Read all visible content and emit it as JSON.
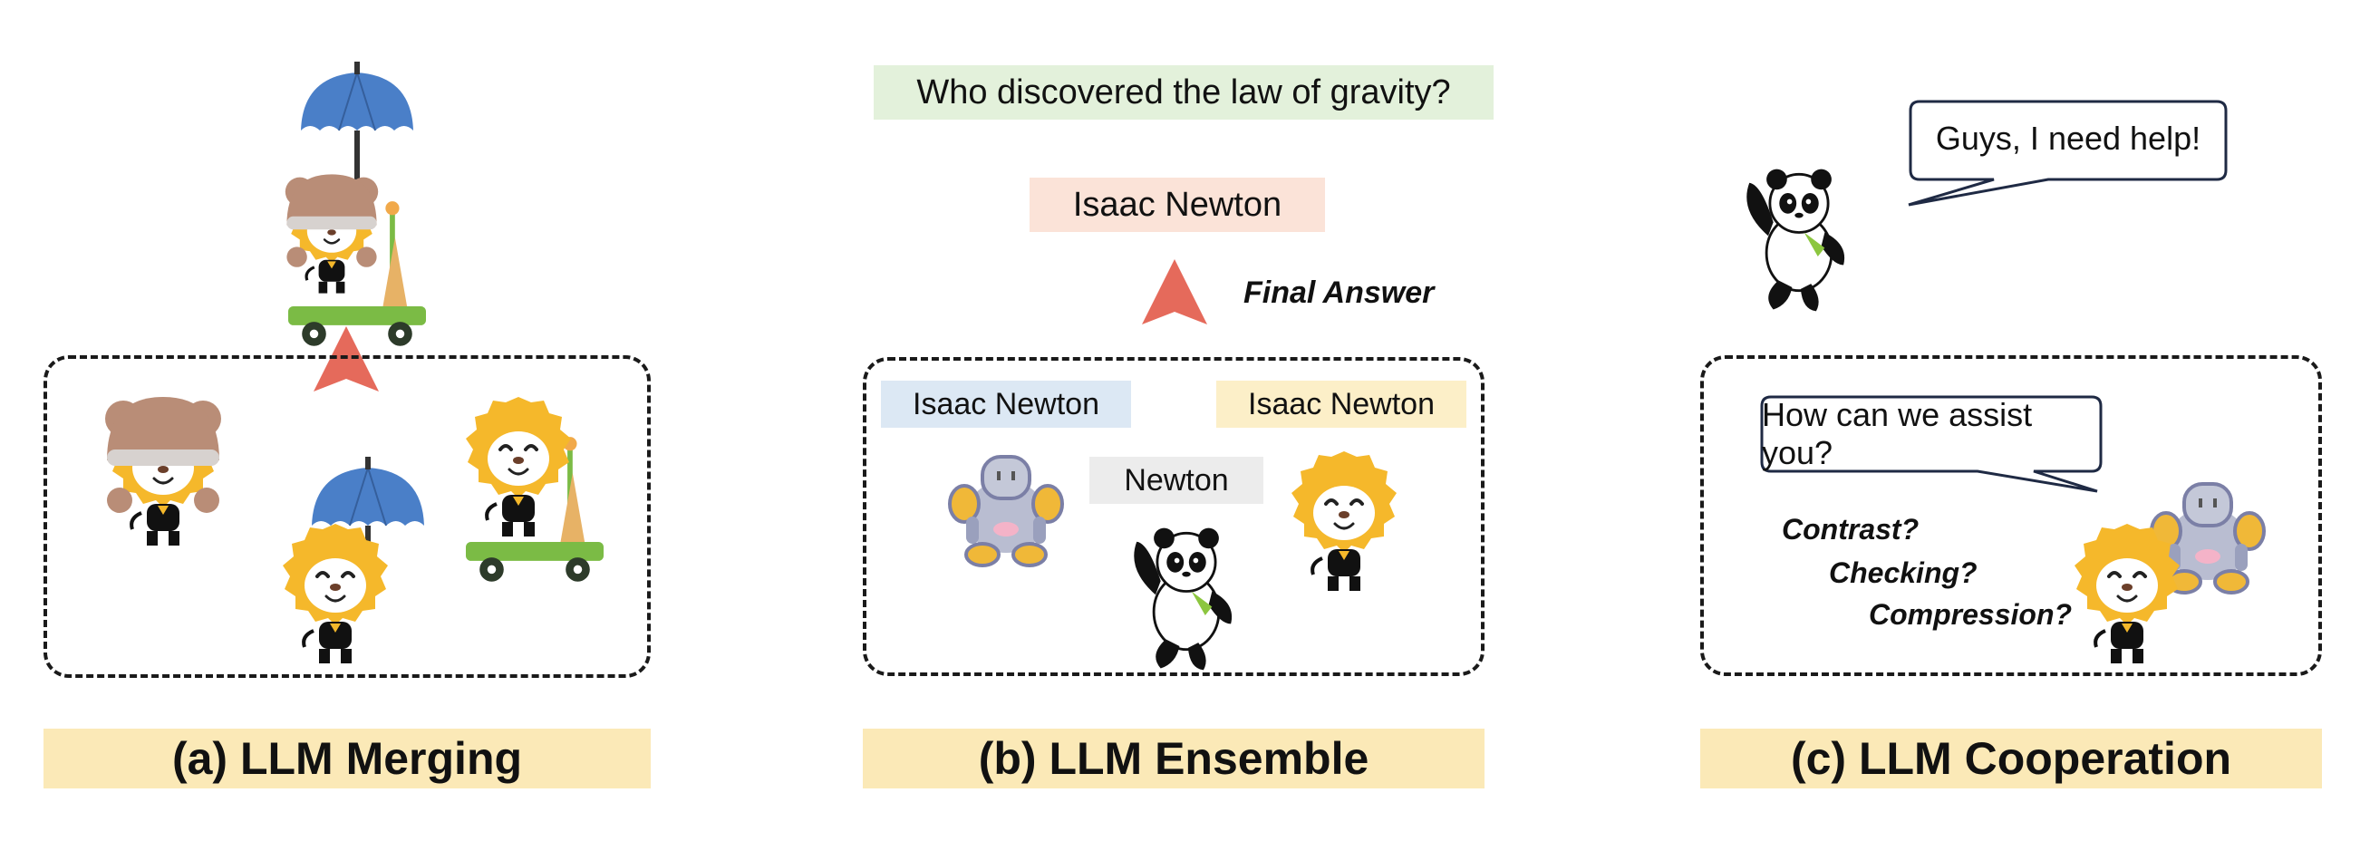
{
  "panels": {
    "merging": {
      "caption": "(a) LLM Merging"
    },
    "ensemble": {
      "caption": "(b) LLM Ensemble",
      "question": "Who discovered the law of gravity?",
      "final_answer": "Isaac Newton",
      "final_answer_label": "Final Answer",
      "model_answers": [
        "Isaac Newton",
        "Newton",
        "Isaac Newton"
      ]
    },
    "cooperation": {
      "caption": "(c) LLM Cooperation",
      "help_message": "Guys, I need help!",
      "reply_message": "How can we assist you?",
      "options": [
        "Contrast?",
        "Checking?",
        "Compression?"
      ]
    }
  },
  "colors": {
    "caption_bg": "#fbe9b7",
    "question_bg": "#e3f1db",
    "final_answer_bg": "#fbe3d8",
    "answer_blue_bg": "#dce8f4",
    "answer_gray_bg": "#ececec",
    "answer_yellow_bg": "#fcefc8",
    "arrow": "#e56a5b",
    "lion": "#f5b82b",
    "bear": "#b98d77",
    "umbrella": "#4a7fc8",
    "scooter": "#7bbb45",
    "robot": "#b9bdd1"
  },
  "icons": [
    "lion-icon",
    "bear-hat-icon",
    "umbrella-icon",
    "scooter-icon",
    "robot-icon",
    "panda-icon",
    "up-arrow-icon"
  ]
}
